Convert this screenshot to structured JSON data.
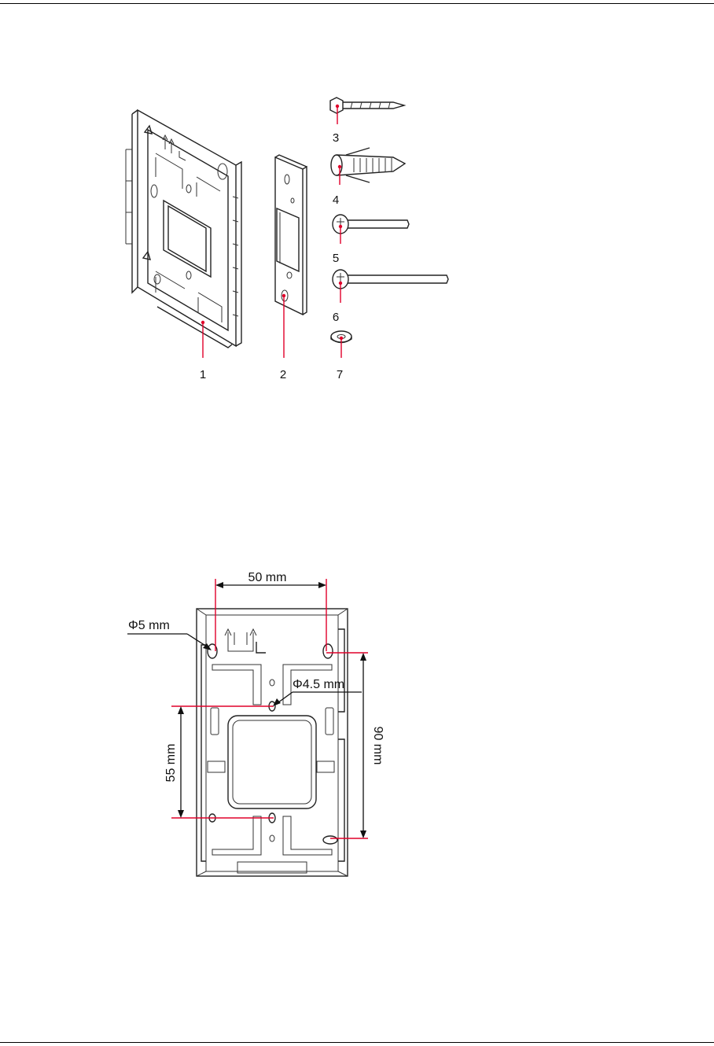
{
  "figure1": {
    "callouts": [
      "1",
      "2",
      "3",
      "4",
      "5",
      "6",
      "7"
    ]
  },
  "figure2": {
    "dim_width": "50 mm",
    "dim_height": "90 mm",
    "dim_inner": "55 mm",
    "hole_large": "Φ5 mm",
    "hole_small": "Φ4.5 mm"
  },
  "colors": {
    "callout_line": "#e0002a",
    "outline": "#222222"
  }
}
